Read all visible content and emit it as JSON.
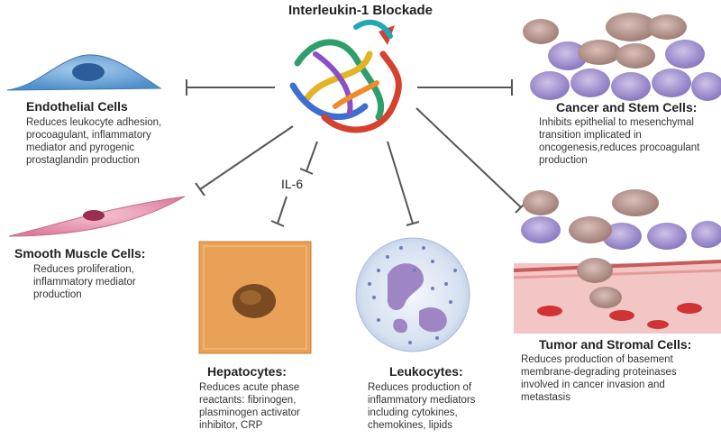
{
  "title": "Interleukin-1 Blockade",
  "mediator_label": "IL-6",
  "targets": {
    "endothelial": {
      "heading": "Endothelial Cells",
      "description": "Reduces leukocyte adhesion,\nprocoagulant, inflammatory\nmediator and pyrogenic\nprostaglandin production"
    },
    "smooth_muscle": {
      "heading": "Smooth Muscle Cells:",
      "description": "Reduces proliferation,\ninflammatory mediator\nproduction"
    },
    "hepatocytes": {
      "heading": "Hepatocytes:",
      "description": "Reduces acute phase\nreactants: fibrinogen,\nplasminogen activator\ninhibitor, CRP"
    },
    "leukocytes": {
      "heading": "Leukocytes:",
      "description": "Reduces production of\ninflammatory mediators\nincluding cytokines,\nchemokines, lipids"
    },
    "cancer_stem": {
      "heading": "Cancer and Stem Cells:",
      "description": "Inhibits epithelial to mesenchymal\ntransition implicated in\noncogenesis,reduces procoagulant\nproduction"
    },
    "tumor_stromal": {
      "heading": "Tumor and Stromal Cells:",
      "description": "Reduces production of basement\nmembrane-degrading proteinases\ninvolved in cancer invasion and\nmetastasis"
    }
  },
  "colors": {
    "inhibitor_line": "#555555",
    "endothelial": "#5b9bd1",
    "smooth_muscle": "#e48aa8",
    "hepatocyte": "#e79a4a",
    "leukocyte": "#c9d6ec",
    "cancer_cell": "#8e7bbf",
    "stem_cell": "#b5948d"
  }
}
